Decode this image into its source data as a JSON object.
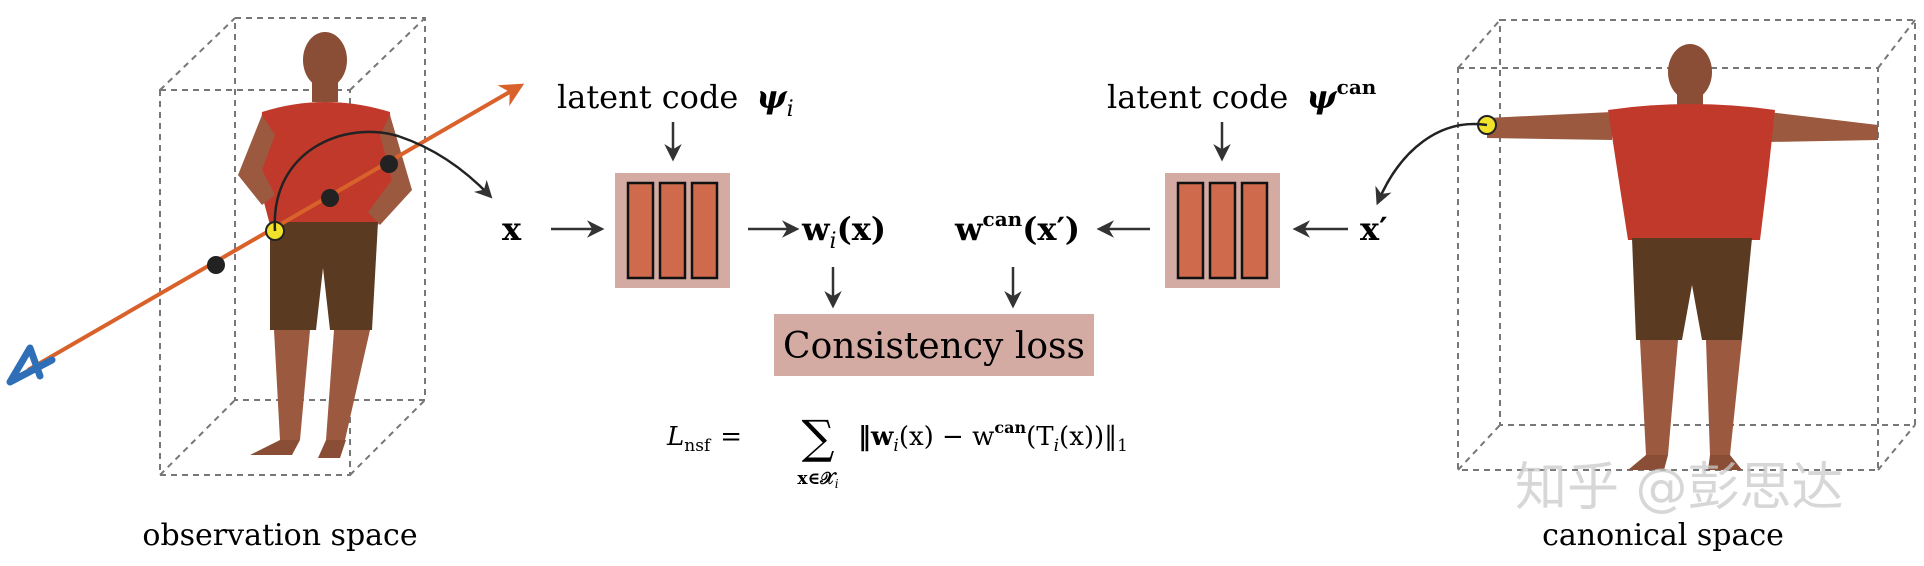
{
  "left_panel": {
    "caption": "observation space"
  },
  "right_panel": {
    "caption": "canonical space"
  },
  "left_network": {
    "latent_label": "latent code",
    "latent_symbol": "ψ",
    "latent_sub": "i",
    "input": "x",
    "output_w": "w",
    "output_sub": "i",
    "output_arg": "(x)"
  },
  "right_network": {
    "latent_label": "latent code",
    "latent_symbol": "ψ",
    "latent_sup": "can",
    "input": "x′",
    "output_w": "w",
    "output_sup": "can",
    "output_arg": "(x′)"
  },
  "loss_box": {
    "label": "Consistency loss"
  },
  "formula": {
    "lhs": "L",
    "lhs_sub": "nsf",
    "equals": "=",
    "sum": "∑",
    "sum_under": "x∈𝒳",
    "sum_under_sub": "i",
    "body_1": "‖w",
    "body_1_sub": "i",
    "body_2": "(x) − w",
    "body_2_sup": "can",
    "body_3": "(T",
    "body_3_sub": "i",
    "body_4": "(x))‖",
    "body_4_sub": "1"
  },
  "watermark": "知乎 @彭思达",
  "colors": {
    "ray": "#d9622b",
    "camera": "#2f6fb7",
    "network_bg": "#d4aba3",
    "network_layer": "#cf6a4c",
    "loss_bg": "#d4aba3",
    "point_yellow": "#f2e22a",
    "point_dark": "#222222",
    "box_dash": "#777777",
    "arrow": "#333333",
    "person_shirt": "#c0392b",
    "person_skin": "#9b5a3f",
    "person_shorts": "#5a3b22"
  }
}
